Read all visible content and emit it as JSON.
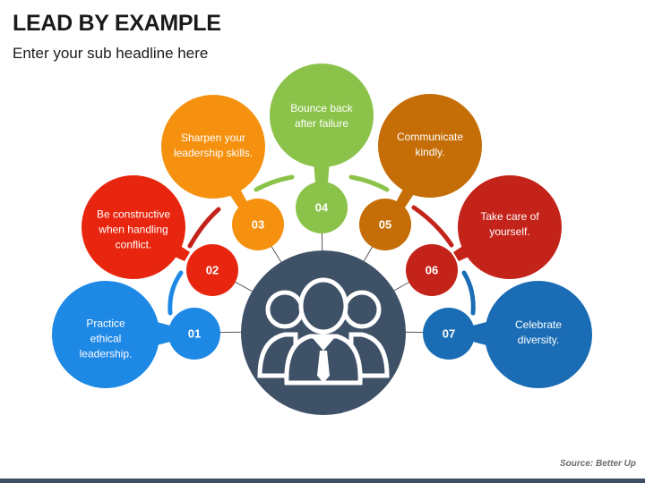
{
  "header": {
    "title": "LEAD BY EXAMPLE",
    "subtitle": "Enter your sub headline here"
  },
  "steps": [
    {
      "number": "01",
      "text": "Practice\nethical\nleadership.",
      "color": "#1e88e5"
    },
    {
      "number": "02",
      "text": "Be constructive\nwhen handling\nconflict.",
      "color": "#e8260f"
    },
    {
      "number": "03",
      "text": "Sharpen your\nleadership skills.",
      "color": "#f5910f"
    },
    {
      "number": "04",
      "text": "Bounce back\nafter failure",
      "color": "#8bc34a"
    },
    {
      "number": "05",
      "text": "Communicate\nkindly.",
      "color": "#c56d06"
    },
    {
      "number": "06",
      "text": "Take care of\nyourself.",
      "color": "#c4231a"
    },
    {
      "number": "07",
      "text": "Celebrate\ndiversity.",
      "color": "#1a6db5"
    }
  ],
  "center": {
    "icon": "leader-team-icon",
    "color": "#3f5166"
  },
  "footer": {
    "source": "Source: Better Up"
  }
}
